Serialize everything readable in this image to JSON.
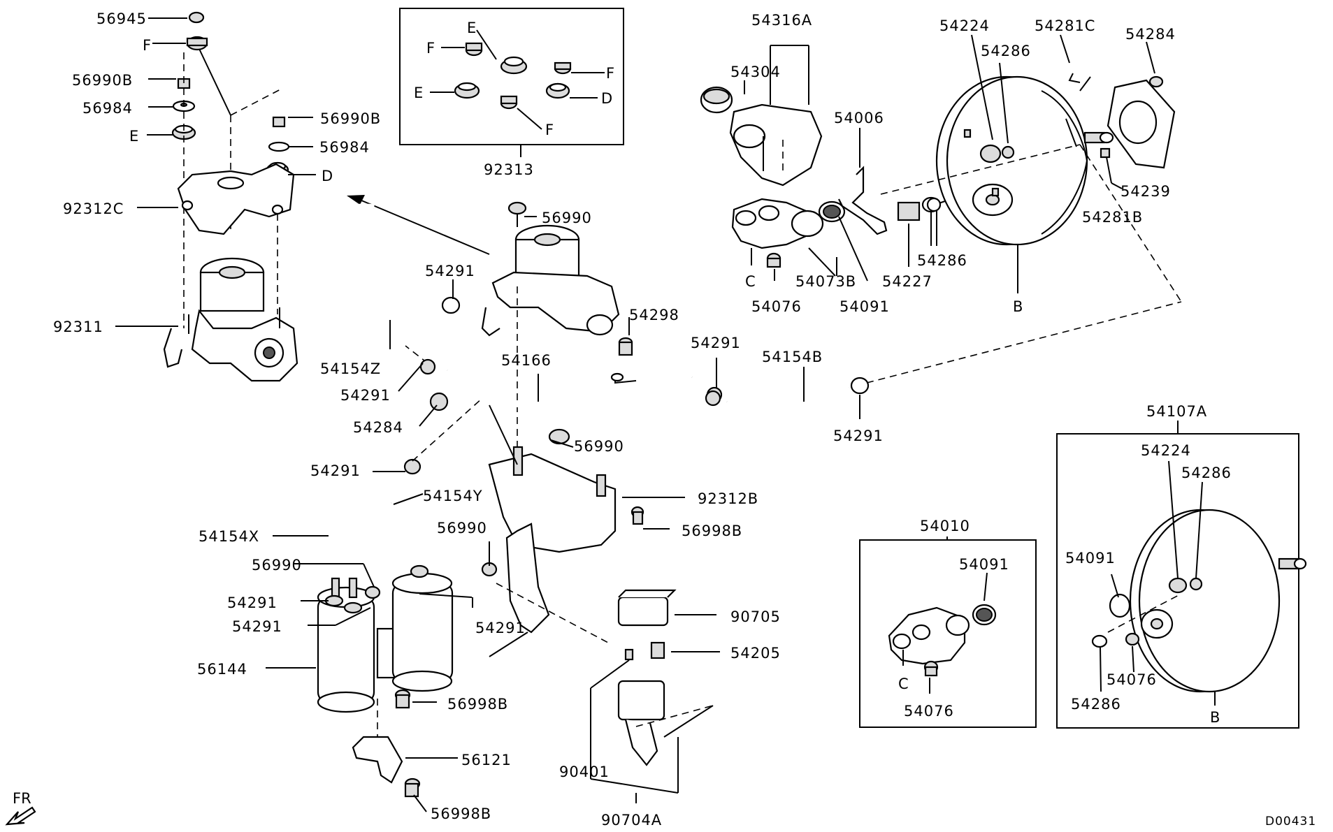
{
  "diagram_id": "D00431",
  "direction_label": "FR",
  "labels": {
    "p56945": "56945",
    "f_top": "F",
    "p56990B_l": "56990B",
    "p56984_l": "56984",
    "e_left": "E",
    "p56990B_r": "56990B",
    "p56984_r": "56984",
    "d_left": "D",
    "p92312C": "92312C",
    "p92311": "92311",
    "p92313": "92313",
    "box_e1": "E",
    "box_f1": "F",
    "box_e2": "E",
    "box_f2": "F",
    "box_d": "D",
    "box_f3": "F",
    "p54316A": "54316A",
    "p54304": "54304",
    "p54006": "54006",
    "c_mc": "C",
    "p54073B": "54073B",
    "p54091": "54091",
    "p54076": "54076",
    "p54227": "54227",
    "p54224": "54224",
    "p54286_top": "54286",
    "p54281C": "54281C",
    "p54284_top": "54284",
    "p54286_mid": "54286",
    "p54239": "54239",
    "p54281B": "54281B",
    "b_top": "B",
    "p56990_a": "56990",
    "p54291_a": "54291",
    "p54298": "54298",
    "p54154Z": "54154Z",
    "p54291_b": "54291",
    "p54166": "54166",
    "p54291_c": "54291",
    "p54154B": "54154B",
    "p54284_mid": "54284",
    "p54291_d": "54291",
    "p56990_b": "56990",
    "p54291_e": "54291",
    "p54154Y": "54154Y",
    "p92312B": "92312B",
    "p54154X": "54154X",
    "p56990_c": "56990",
    "p56998B_a": "56998B",
    "p56990_d": "56990",
    "p54291_f": "54291",
    "p54291_g": "54291",
    "p54291_h": "54291",
    "p56144": "56144",
    "p56998B_b": "56998B",
    "p56121": "56121",
    "p56998B_c": "56998B",
    "p90705": "90705",
    "p54205": "54205",
    "p90401": "90401",
    "p90704A": "90704A",
    "p54010": "54010",
    "p54091_box": "54091",
    "c_box": "C",
    "p54076_box": "54076",
    "p54107A": "54107A",
    "p54224_box": "54224",
    "p54286_box": "54286",
    "p54091_box2": "54091",
    "p54286_box2": "54286",
    "p54076_box2": "54076",
    "b_box": "B"
  }
}
